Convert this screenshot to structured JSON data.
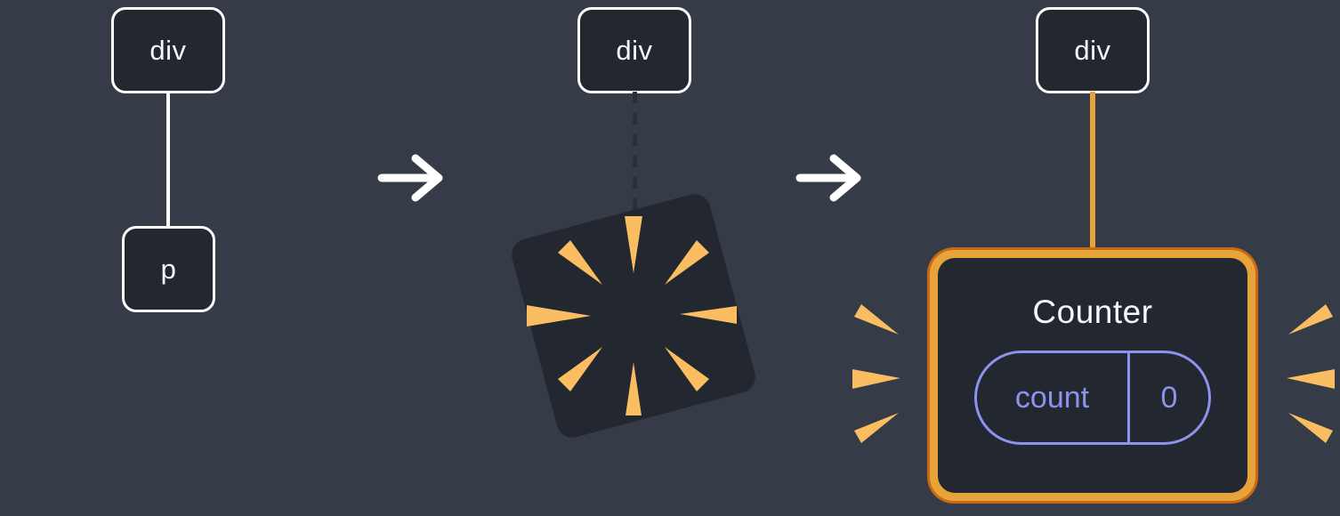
{
  "stage_before": {
    "parent_label": "div",
    "child_label": "p"
  },
  "stage_transition": {
    "parent_label": "div"
  },
  "stage_after": {
    "parent_label": "div",
    "component_title": "Counter",
    "state_key": "count",
    "state_value": "0"
  },
  "icons": {
    "arrow_right": "arrow-right-icon",
    "burst": "burst-poof-icon",
    "emphasis_sparks": "emphasis-sparks-icon"
  },
  "palette": {
    "background": "#353b47",
    "node_fill": "#23272f",
    "node_border": "#ffffff",
    "text_light": "#f6f7f9",
    "edge_solid": "#ffffff",
    "edge_dashed": "#2b2f37",
    "accent_orange": "#e9a33b",
    "accent_orange_dark": "#c76a15",
    "spark_orange": "#fabd62",
    "accent_purple": "#8b93ee"
  }
}
